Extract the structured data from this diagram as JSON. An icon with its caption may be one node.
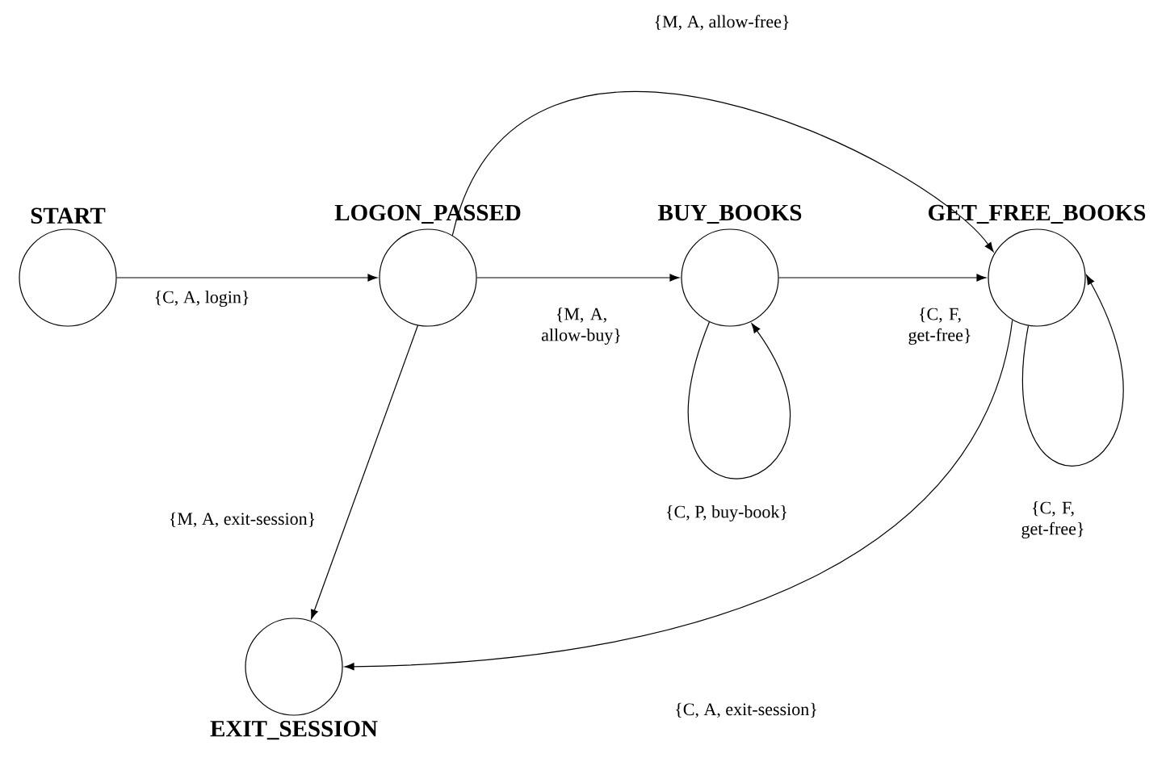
{
  "diagram": {
    "nodes": [
      {
        "text": [
          "START"
        ]
      },
      {
        "text": [
          "LOGON_PASSED"
        ]
      },
      {
        "text": [
          "BUY_BOOKS"
        ]
      },
      {
        "text": [
          "GET_FREE_BOOKS"
        ]
      },
      {
        "text": [
          "EXIT_SESSION"
        ]
      }
    ],
    "edges": [
      {
        "from": 0,
        "to": 1,
        "arrow": "to",
        "label": "{C, A, login}"
      },
      {
        "from": 1,
        "to": 2,
        "arrow": "to",
        "label": "{M, A, allow-buy}"
      },
      {
        "from": 2,
        "to": 3,
        "arrow": "to",
        "label": "{C, F, get-free}"
      },
      {
        "from": 1,
        "to": 3,
        "arrow": "to",
        "label": "{M, A, allow-free}"
      },
      {
        "from": 2,
        "to": 2,
        "arrow": "to",
        "label": "{C, P, buy-book}"
      },
      {
        "from": 3,
        "to": 3,
        "arrow": "to",
        "label": "{C, F, get-free}"
      },
      {
        "from": 1,
        "to": 4,
        "arrow": "to",
        "label": "{M, A, exit-session}"
      },
      {
        "from": 3,
        "to": 4,
        "arrow": "to",
        "label": "{C, A, exit-session}"
      }
    ]
  }
}
